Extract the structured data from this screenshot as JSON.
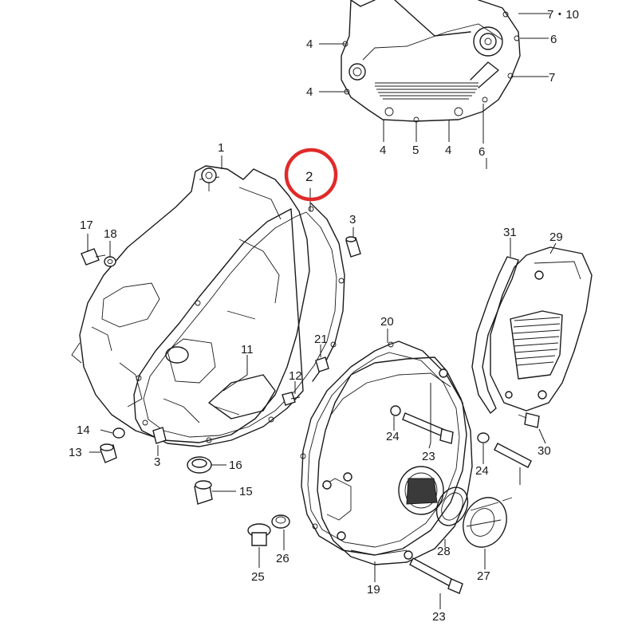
{
  "highlight": {
    "label": "2",
    "color": "#e02a2a"
  },
  "labels": {
    "l7_10": "7・10",
    "l6_top": "6",
    "l7": "7",
    "l4_a": "4",
    "l4_b": "4",
    "l4_c": "4",
    "l4_d": "4",
    "l5": "5",
    "l6_bottom": "6",
    "l1": "1",
    "l2": "2",
    "l3_top": "3",
    "l3_bottom": "3",
    "l17": "17",
    "l18": "18",
    "l11": "11",
    "l21": "21",
    "l12": "12",
    "l14": "14",
    "l13": "13",
    "l16": "16",
    "l15": "15",
    "l20": "20",
    "l31": "31",
    "l29": "29",
    "l24_a": "24",
    "l24_b": "24",
    "l23_a": "23",
    "l23_b": "23",
    "l30": "30",
    "l28": "28",
    "l27": "27",
    "l19": "19",
    "l25": "25",
    "l26": "26"
  }
}
